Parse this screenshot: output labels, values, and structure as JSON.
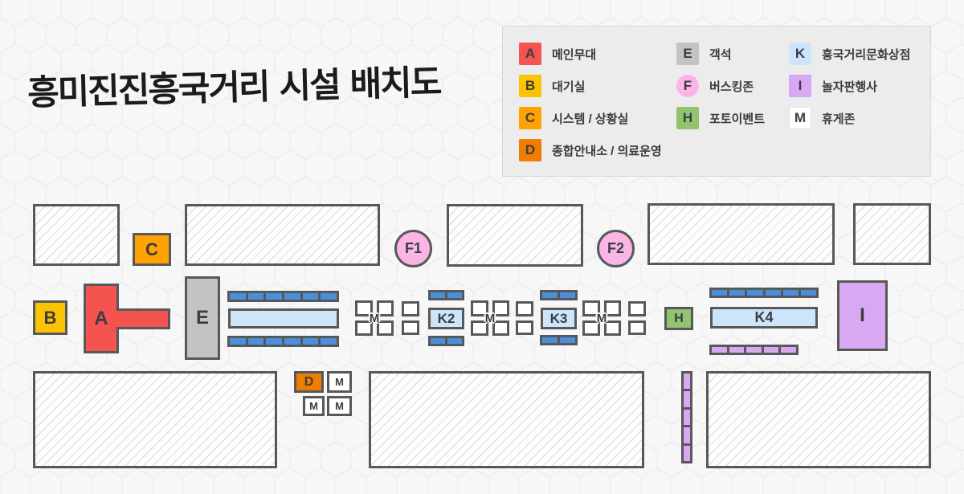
{
  "title": "흥미진진흥국거리 시설 배치도",
  "colors": {
    "page": "#f7f7f8",
    "pattern": "#e8e8eb",
    "legendbg": "#ececec",
    "legendborder": "#d8d8d8",
    "stroke": "#57585a",
    "letter": "#3b3d42",
    "hatchline": "#d8d8d8",
    "a": "#f5534f",
    "b": "#fcc301",
    "c": "#ffa201",
    "d": "#ef7d00",
    "e": "#c3c3c3",
    "f": "#fbb5e4",
    "h": "#92c46f",
    "i": "#d8a8f2",
    "kbox": "#cde5fb",
    "segblue": "#4a8fd8",
    "segpurple": "#d8a8f2"
  },
  "legend": {
    "items": [
      {
        "key": "A",
        "label": "메인무대"
      },
      {
        "key": "B",
        "label": "대기실"
      },
      {
        "key": "C",
        "label": "시스템 / 상황실"
      },
      {
        "key": "D",
        "label": "종합안내소 / 의료운영"
      },
      {
        "key": "E",
        "label": "객석"
      },
      {
        "key": "F",
        "label": "버스킹존"
      },
      {
        "key": "H",
        "label": "포토이벤트"
      },
      {
        "key": "K",
        "label": "흥국거리문화상점"
      },
      {
        "key": "I",
        "label": "놀자판행사"
      },
      {
        "key": "M",
        "label": "휴게존"
      }
    ]
  },
  "map": {
    "labels": {
      "a": "A",
      "b": "B",
      "c": "C",
      "d": "D",
      "e": "E",
      "h": "H",
      "i": "I",
      "m": "M",
      "f1": "F1",
      "f2": "F2",
      "k2": "K2",
      "k3": "K3",
      "k4": "K4"
    }
  }
}
